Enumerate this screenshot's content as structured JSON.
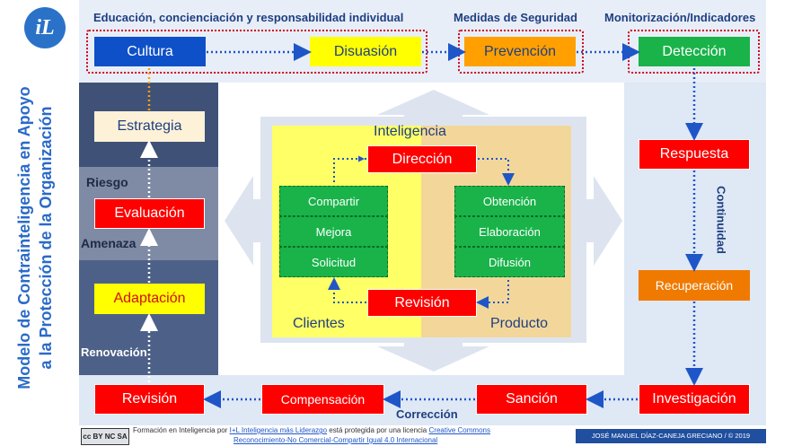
{
  "logo": {
    "text": "iL"
  },
  "side_title": {
    "line1": "Modelo de Contrainteligencia en Apoyo",
    "line2": "a la Protección de la Organización"
  },
  "headers": {
    "educacion": "Educación, concienciación y responsabilidad individual",
    "medidas": "Medidas de Seguridad",
    "monitorizacion": "Monitorización/Indicadores"
  },
  "top_row": {
    "cultura": "Cultura",
    "disuasion": "Disuasión",
    "prevencion": "Prevención",
    "deteccion": "Detección"
  },
  "left_column": {
    "estrategia": "Estrategia",
    "riesgo": "Riesgo",
    "evaluacion": "Evaluación",
    "amenaza": "Amenaza",
    "adaptacion": "Adaptación",
    "renovacion": "Renovación"
  },
  "right_column": {
    "respuesta": "Respuesta",
    "continuidad": "Continuidad",
    "recuperacion": "Recuperación",
    "investigacion": "Investigación"
  },
  "bottom_row": {
    "revision": "Revisión",
    "compensacion": "Compensación",
    "correccion": "Corrección",
    "sancion": "Sanción"
  },
  "center": {
    "inteligencia": "Inteligencia",
    "direccion": "Dirección",
    "left_items": [
      "Compartir",
      "Mejora",
      "Solicitud"
    ],
    "right_items": [
      "Obtención",
      "Elaboración",
      "Difusión"
    ],
    "revision": "Revisión",
    "clientes": "Clientes",
    "producto": "Producto"
  },
  "footer": {
    "text1": "Formación en Inteligencia por",
    "link1": "I+L Inteligencia más Liderazgo",
    "text2": "está protegida por una  licencia",
    "link2": "Creative Commons",
    "link3": "Reconocimiento-No Comercial-Compartir Igual 4.0 Internacional",
    "license_badge": "cc  BY NC SA",
    "author": "JOSÉ MANUEL DÍAZ-CANEJA GRECIANO / © 2019"
  },
  "colors": {
    "red": "#ff0000",
    "green": "#19b34a",
    "yellow": "#ffff00",
    "orange": "#ffa000",
    "blue": "#0e50c8",
    "navy": "#1f3f80",
    "panel_dark": "#3f5177",
    "panel_light": "#cdd9ec"
  }
}
